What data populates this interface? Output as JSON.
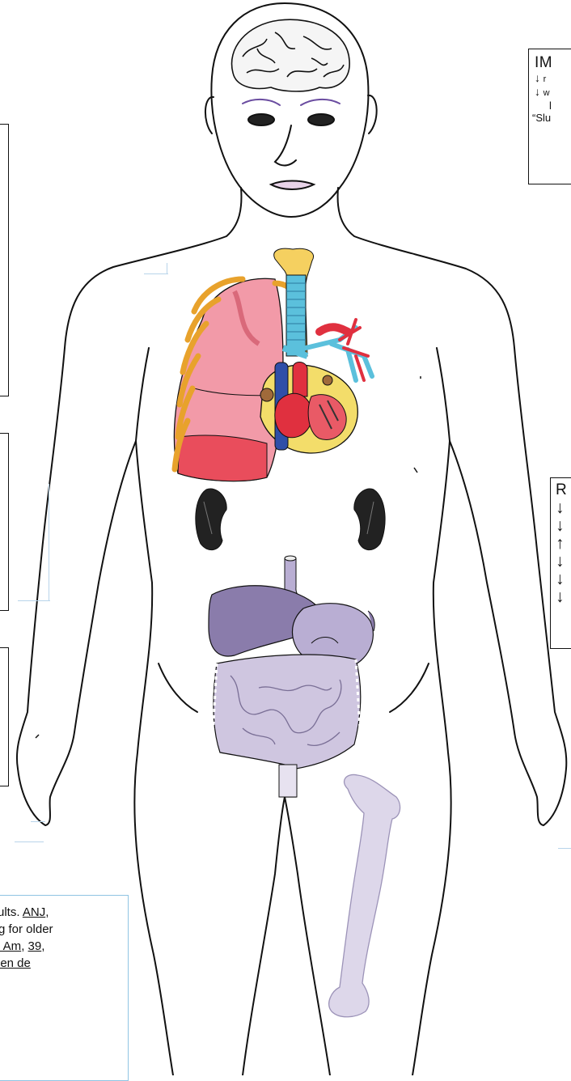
{
  "colors": {
    "outline": "#111111",
    "lung": "#f29aa8",
    "lung_dark": "#e94d5c",
    "rib": "#f0b23c",
    "trachea": "#5bc0dc",
    "artery": "#e0303f",
    "vein": "#2f4fa8",
    "heart_fat": "#f3dd6a",
    "liver": "#8a7cab",
    "stomach": "#b9aed3",
    "intestine": "#cfc6e0",
    "bone": "#ddd7ea",
    "kidney": "#222222",
    "ref_border": "#8fc4e3"
  },
  "im_box": {
    "title": "IM",
    "line1_icon": "↓",
    "line1": "r",
    "line2_icon": "↓",
    "line2": "w",
    "line3": "l",
    "line4": "“Slu"
  },
  "r_box": {
    "title": "R",
    "arrows": [
      "↓",
      "↓",
      "↑",
      "↓",
      "↓",
      "↓"
    ]
  },
  "references": {
    "line1_text": "ults. ",
    "line1_link": "ANJ",
    "line1_tail": ",",
    "line2_text": "g for older",
    "line3_link1": "l Am",
    "line3_sep": ", ",
    "line3_link2": "39",
    "line3_tail": ",",
    "line4_link": "ien de"
  }
}
